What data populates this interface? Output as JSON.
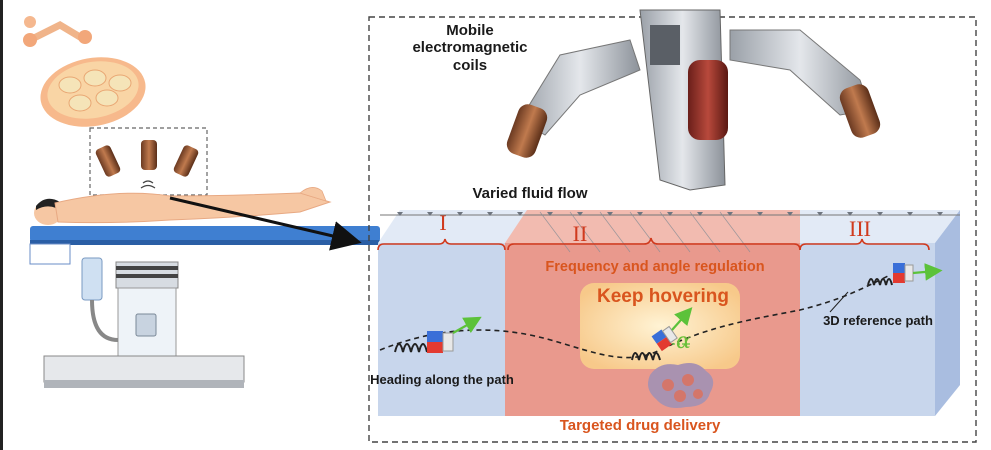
{
  "labels": {
    "coils": "Mobile electromagnetic coils",
    "flow": "Varied fluid flow",
    "frequency": "Frequency and angle regulation",
    "hovering": "Keep hovering",
    "reference_path": "3D reference path",
    "heading": "Heading along the path",
    "drug_delivery": "Targeted drug delivery"
  },
  "regions": {
    "r1": "I",
    "r2": "II",
    "r3": "III"
  },
  "angle_symbol": "α",
  "colors": {
    "accent_orange": "#d9551e",
    "region_red": "#e8453c",
    "vessel_blue": "#c8d6ec",
    "bed_blue": "#3f7fd1",
    "hover_glow": "#fde6b0"
  },
  "icons": [
    "surgical-lamp-icon",
    "coil-icon",
    "patient-figure",
    "surgical-table",
    "robot-arm",
    "microrobot-icon",
    "tumor-icon",
    "pointer-arrow"
  ]
}
